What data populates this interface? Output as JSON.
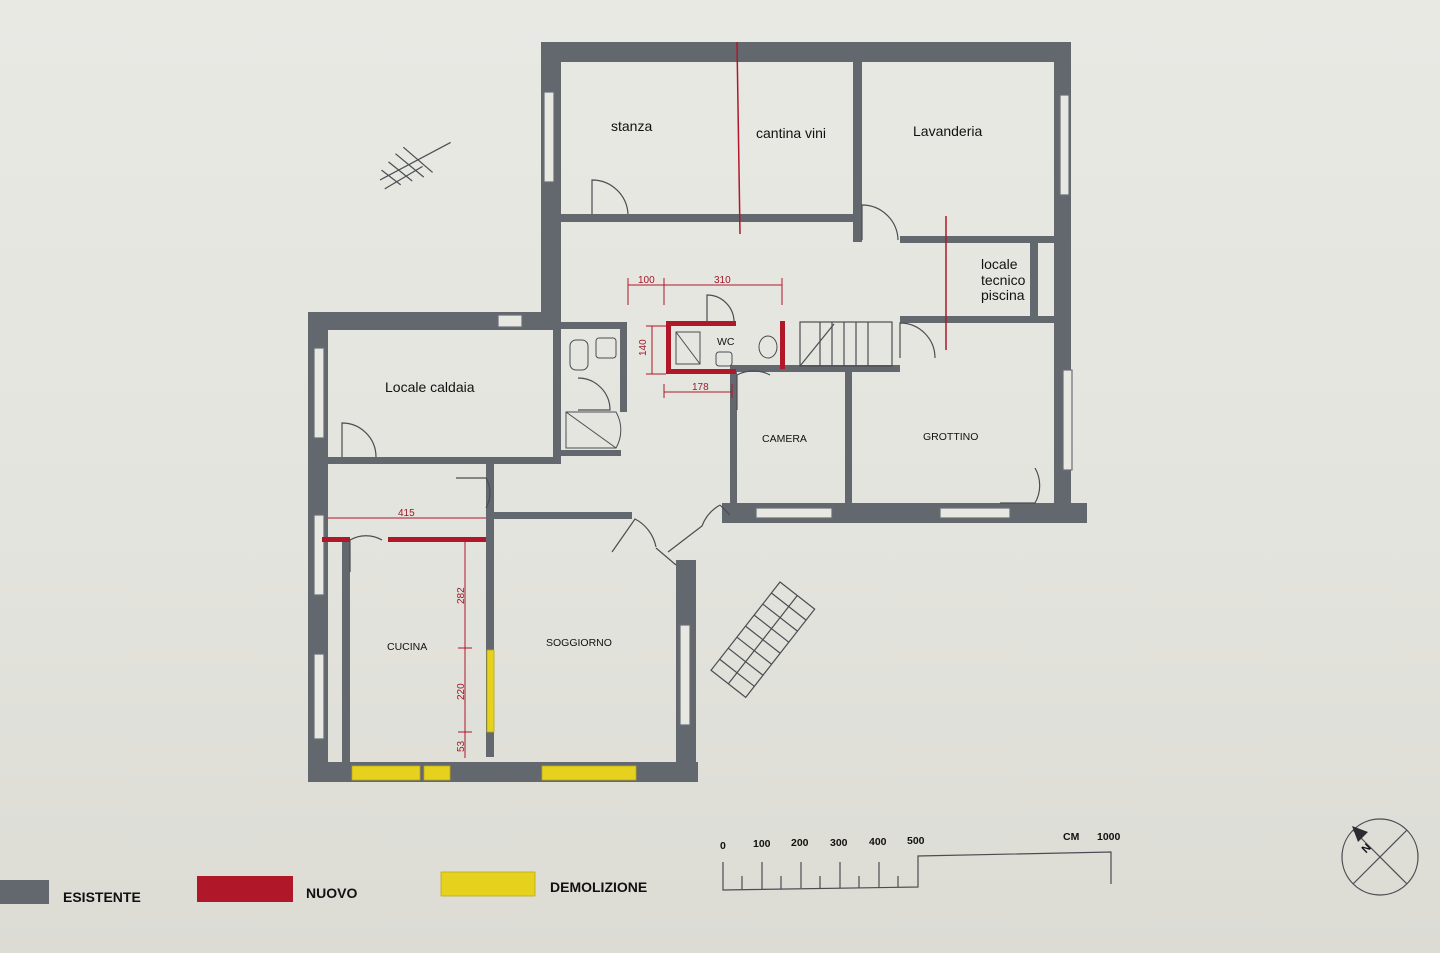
{
  "rooms": {
    "stanza": "stanza",
    "cantina": "cantina vini",
    "lavanderia": "Lavanderia",
    "locale_tecnico_1": "locale",
    "locale_tecnico_2": "tecnico",
    "locale_tecnico_3": "piscina",
    "locale_caldaia": "Locale caldaia",
    "wc": "WC",
    "camera": "CAMERA",
    "grottino": "GROTTINO",
    "cucina": "CUCINA",
    "soggiorno": "SOGGIORNO"
  },
  "dimensions": {
    "d100": "100",
    "d310": "310",
    "d140": "140",
    "d178": "178",
    "d415": "415",
    "d282": "282",
    "d220": "220",
    "d53": "53"
  },
  "legend": {
    "existing": "ESISTENTE",
    "new": "NUOVO",
    "demolition": "DEMOLIZIONE",
    "colors": {
      "existing": "#63676e",
      "new": "#b0182a",
      "demolition": "#e6d21c"
    }
  },
  "scale": {
    "ticks": [
      "0",
      "100",
      "200",
      "300",
      "400",
      "500"
    ],
    "unit": "CM",
    "max": "1000"
  },
  "north_symbol": "N"
}
